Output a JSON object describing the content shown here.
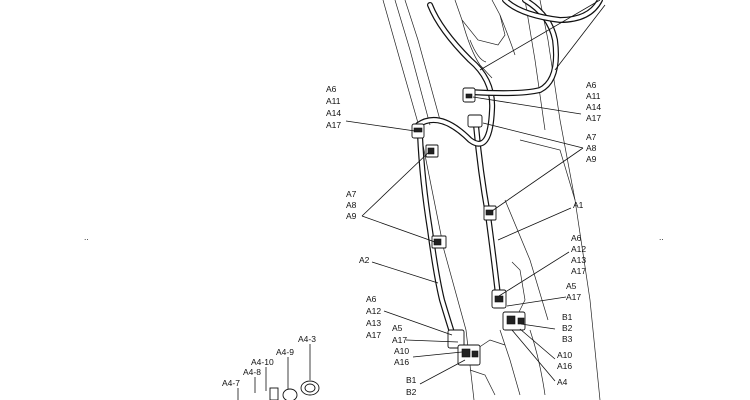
{
  "labels": {
    "a6_l": "A6",
    "a11_l": "A11",
    "a14_l": "A14",
    "a17_l": "A17",
    "a6_r": "A6",
    "a11_r": "A11",
    "a14_r": "A14",
    "a17_r": "A17",
    "a7_r": "A7",
    "a8_r": "A8",
    "a9_r": "A9",
    "a7_l": "A7",
    "a8_l": "A8",
    "a9_l": "A9",
    "a1": "A1",
    "a2": "A2",
    "a6_r2": "A6",
    "a12_r2": "A12",
    "a13_r2": "A13",
    "a17_r2": "A17",
    "a5_r": "A5",
    "a17_r3": "A17",
    "a6_l2": "A6",
    "a12_l2": "A12",
    "a13_l2": "A13",
    "a17_l2": "A17",
    "a5_l": "A5",
    "a17_l3": "A17",
    "a10_l": "A10",
    "a16_l": "A16",
    "b1_r": "B1",
    "b2_r": "B2",
    "b3_r": "B3",
    "a10_r": "A10",
    "a16_r": "A16",
    "a4": "A4",
    "b1_l": "B1",
    "b2_l": "B2",
    "a4_3": "A4-3",
    "a4_9": "A4-9",
    "a4_10": "A4-10",
    "a4_8": "A4-8",
    "a4_7": "A4-7",
    "dots_l": "..",
    "dots_r": ".."
  }
}
